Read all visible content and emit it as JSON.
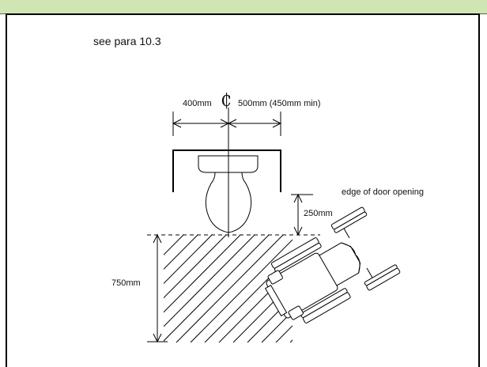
{
  "note": "see para 10.3",
  "dimensions": {
    "left_width": "400mm",
    "centerline_symbol": "₵",
    "right_width": "500mm (450mm min)",
    "door_gap": "250mm",
    "transfer_depth": "750mm"
  },
  "annotations": {
    "door_edge": "edge of door opening"
  },
  "colors": {
    "top_band": "#cfe5b4",
    "line": "#000000"
  }
}
